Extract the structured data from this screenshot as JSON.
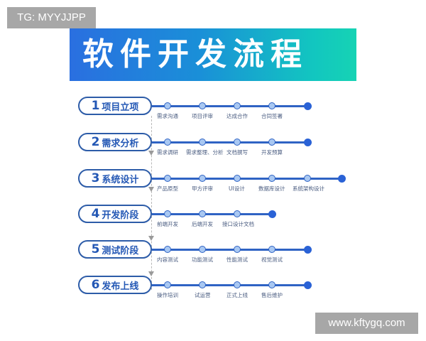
{
  "watermarks": {
    "top_left": "TG: MYYJJPP",
    "bottom_right": "www.kftygq.com"
  },
  "banner": {
    "title": "软件开发流程",
    "gradient_colors": [
      "#2a6fe0",
      "#16d3b4"
    ]
  },
  "colors": {
    "accent": "#2f63c4",
    "node_fill": "#a9c8f2",
    "end_node": "#2a62d6",
    "pill_text": "#2458b5"
  },
  "stages": [
    {
      "number": "1",
      "label": "项目立项",
      "steps": [
        "需求沟通",
        "项目评审",
        "达成合作",
        "合同签署"
      ]
    },
    {
      "number": "2",
      "label": "需求分析",
      "steps": [
        "需求调研",
        "需求整理、分析",
        "文档撰写",
        "开发预算"
      ]
    },
    {
      "number": "3",
      "label": "系统设计",
      "steps": [
        "产品原型",
        "甲方评审",
        "UI设计",
        "数据库设计",
        "系统架构设计"
      ]
    },
    {
      "number": "4",
      "label": "开发阶段",
      "steps": [
        "前端开发",
        "后端开发",
        "接口设计文档"
      ]
    },
    {
      "number": "5",
      "label": "测试阶段",
      "steps": [
        "内容测试",
        "功能测试",
        "性能测试",
        "视觉测试"
      ]
    },
    {
      "number": "6",
      "label": "发布上线",
      "steps": [
        "操作培训",
        "试运营",
        "正式上线",
        "售后维护"
      ]
    }
  ]
}
